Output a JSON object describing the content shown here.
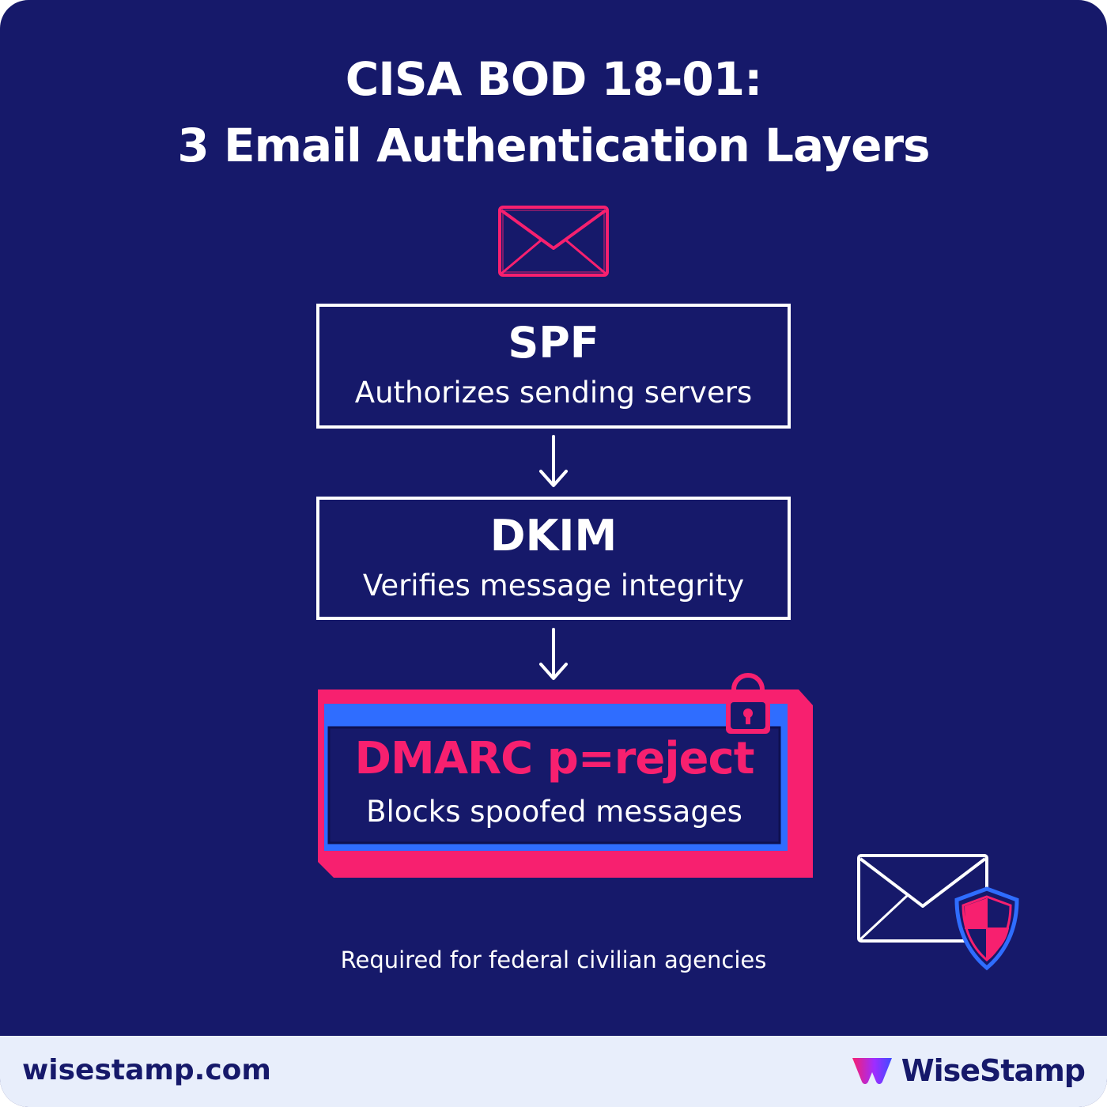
{
  "title": {
    "line1": "CISA BOD 18-01:",
    "line2": "3 Email Authentication Layers"
  },
  "layers": [
    {
      "name": "SPF",
      "description": "Authorizes sending servers"
    },
    {
      "name": "DKIM",
      "description": "Verifies message integrity"
    },
    {
      "name": "DMARC p=reject",
      "description": "Blocks spoofed messages"
    }
  ],
  "note": "Required for federal civilian agencies",
  "footer": {
    "url": "wisestamp.com",
    "brand": "WiseStamp"
  },
  "icons": {
    "top": "envelope-icon",
    "dmarc": "padlock-icon",
    "corner": "envelope-shield-icon",
    "brand": "wisestamp-logo-icon"
  },
  "colors": {
    "background": "#16196a",
    "accent_pink": "#f7206f",
    "accent_blue": "#2f6dff",
    "footer_bg": "#e8eefb"
  }
}
